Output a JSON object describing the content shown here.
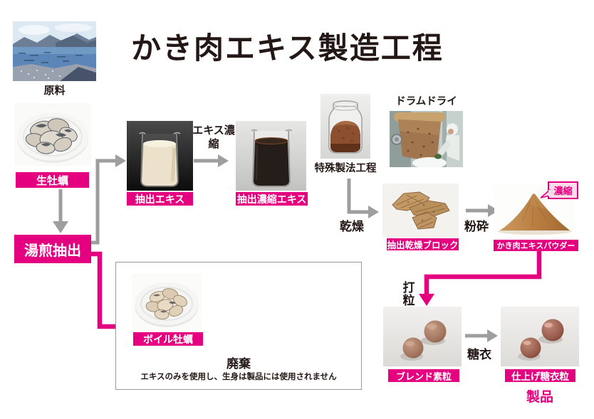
{
  "title": "かき肉エキス製造工程",
  "colors": {
    "accent": "#e4007f",
    "arrow_gray": "#9e9e9e",
    "text_dark": "#231815",
    "callout_bg": "#fbdce9"
  },
  "source": {
    "caption": "原料"
  },
  "nodes": {
    "raw_oyster": {
      "label": "生牡蠣"
    },
    "hot_water_extraction": {
      "label": "湯煎抽出"
    },
    "extract": {
      "label": "抽出エキス"
    },
    "concentrated_extract": {
      "label": "抽出濃縮エキス"
    },
    "special_process": {
      "label": "特殊製法工程"
    },
    "drum_dry": {
      "label": "ドラムドライ"
    },
    "dried_block": {
      "label": "抽出乾燥ブロック"
    },
    "powder": {
      "label": "かき肉エキスパウダー",
      "callout": "濃縮"
    },
    "blend_granule": {
      "label": "ブレンド素粒"
    },
    "finished_granule": {
      "label": "仕上げ糖衣粒",
      "caption": "製品"
    },
    "boiled_oyster": {
      "label": "ボイル牡蠣"
    }
  },
  "steps": {
    "extract_concentration": "エキス濃縮",
    "drying": "乾燥",
    "pulverization": "粉砕",
    "tableting": "打粒",
    "sugar_coating": "糖衣"
  },
  "disposal": {
    "heading": "廃棄",
    "note": "エキスのみを使用し、生身は製品には使用されません"
  }
}
